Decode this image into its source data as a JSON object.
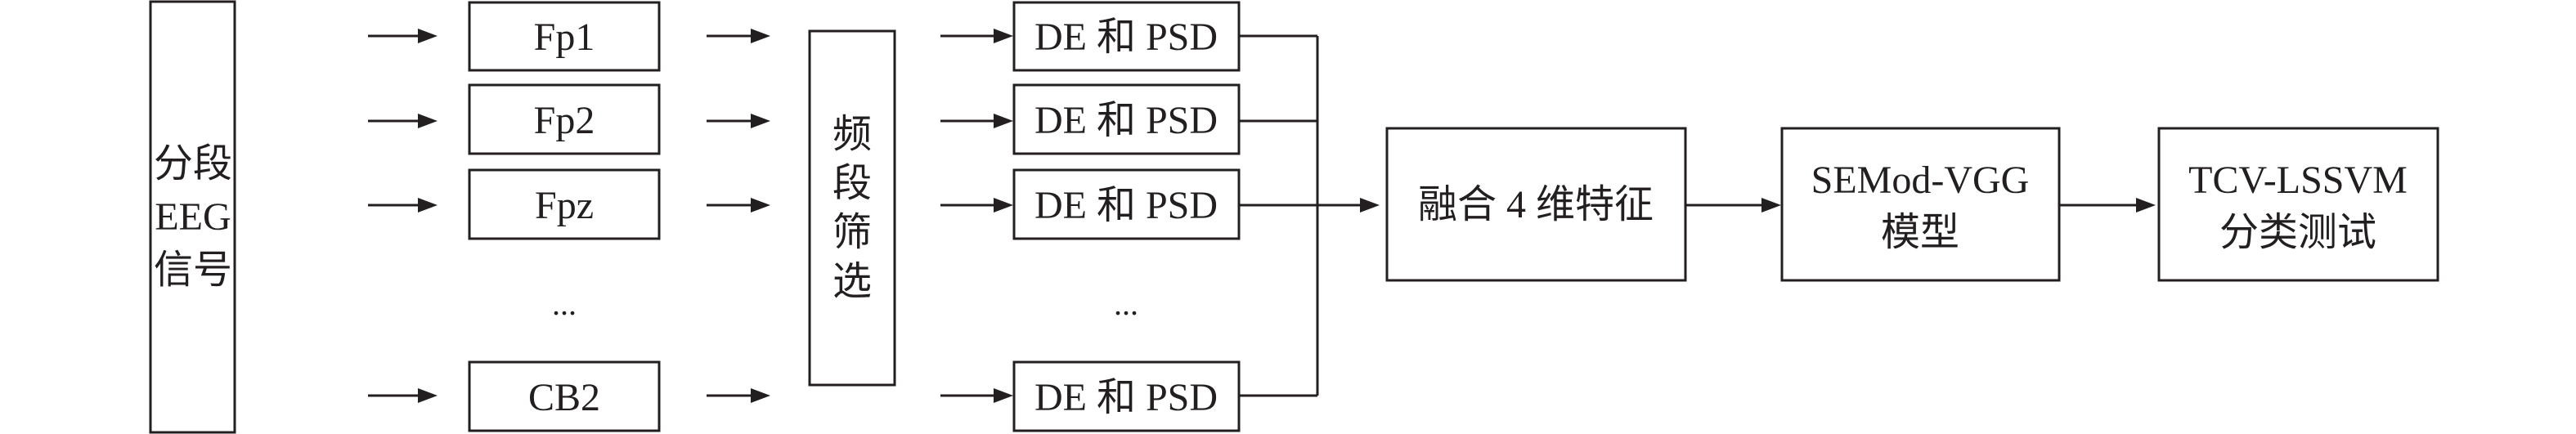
{
  "input": {
    "lines": [
      "分段",
      "EEG",
      "信号"
    ]
  },
  "channels": [
    "Fp1",
    "Fp2",
    "Fpz",
    "CB2"
  ],
  "channel_ellipsis": "...",
  "band_filter": {
    "chars": [
      "频",
      "段",
      "筛",
      "选"
    ]
  },
  "features": [
    "DE 和 PSD",
    "DE 和 PSD",
    "DE 和 PSD",
    "DE 和 PSD"
  ],
  "feature_ellipsis": "...",
  "fusion": {
    "label": "融合 4 维特征"
  },
  "model": {
    "lines": [
      "SEMod-VGG",
      "模型"
    ]
  },
  "classifier": {
    "lines": [
      "TCV-LSSVM",
      "分类测试"
    ]
  }
}
